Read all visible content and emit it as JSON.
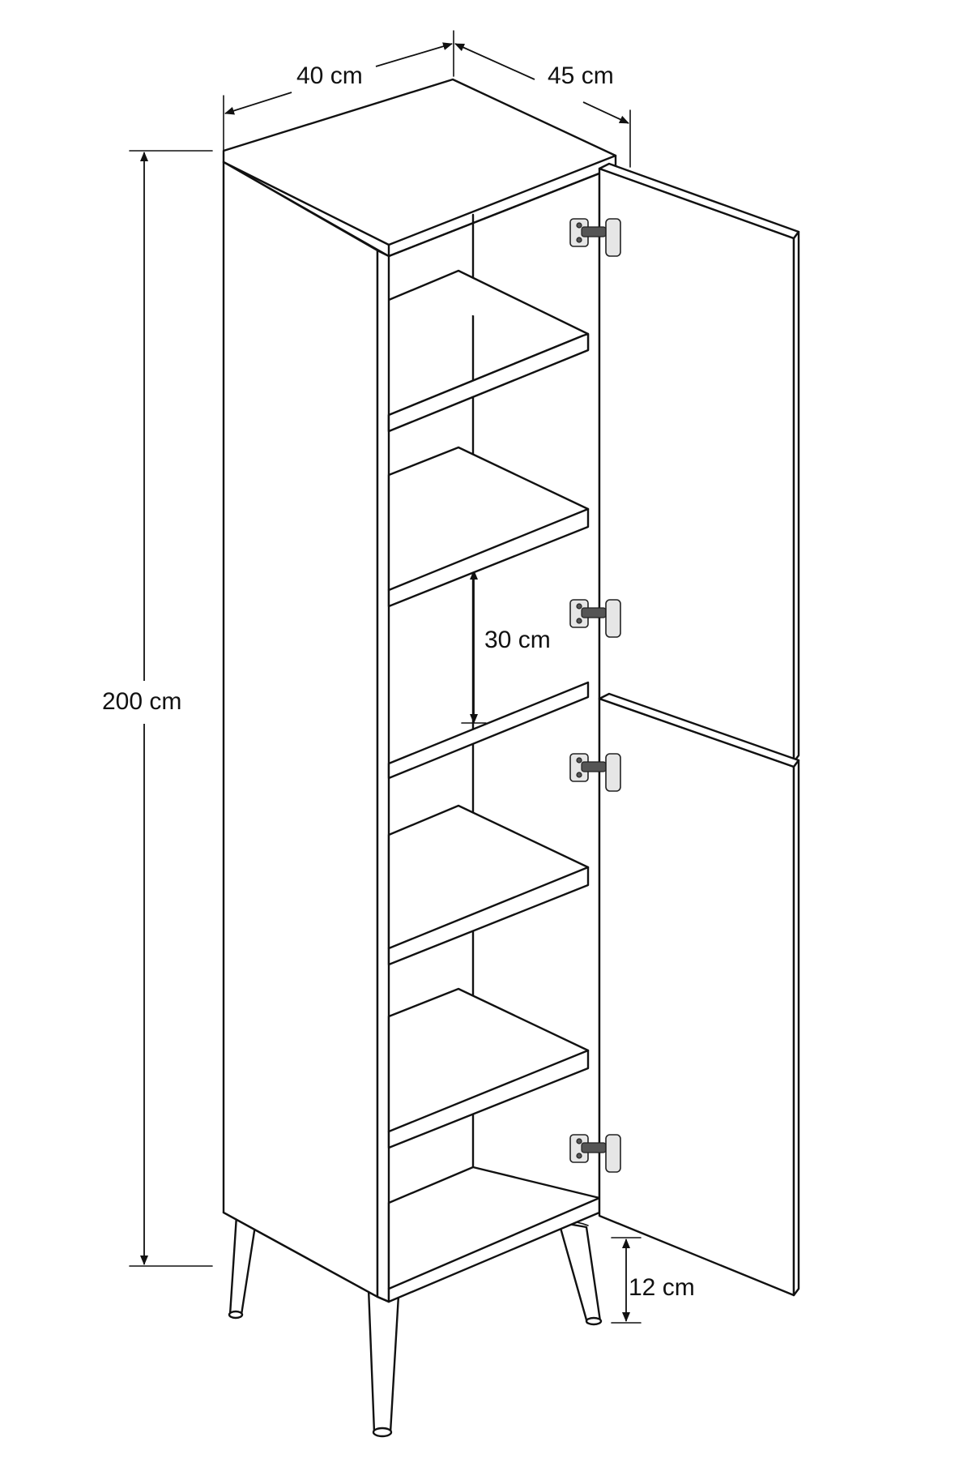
{
  "dimensions": {
    "width": "40 cm",
    "depth": "45 cm",
    "height": "200 cm",
    "shelf_spacing": "30 cm",
    "leg_height": "12 cm"
  },
  "colors": {
    "stroke": "#111111",
    "background": "#ffffff"
  }
}
